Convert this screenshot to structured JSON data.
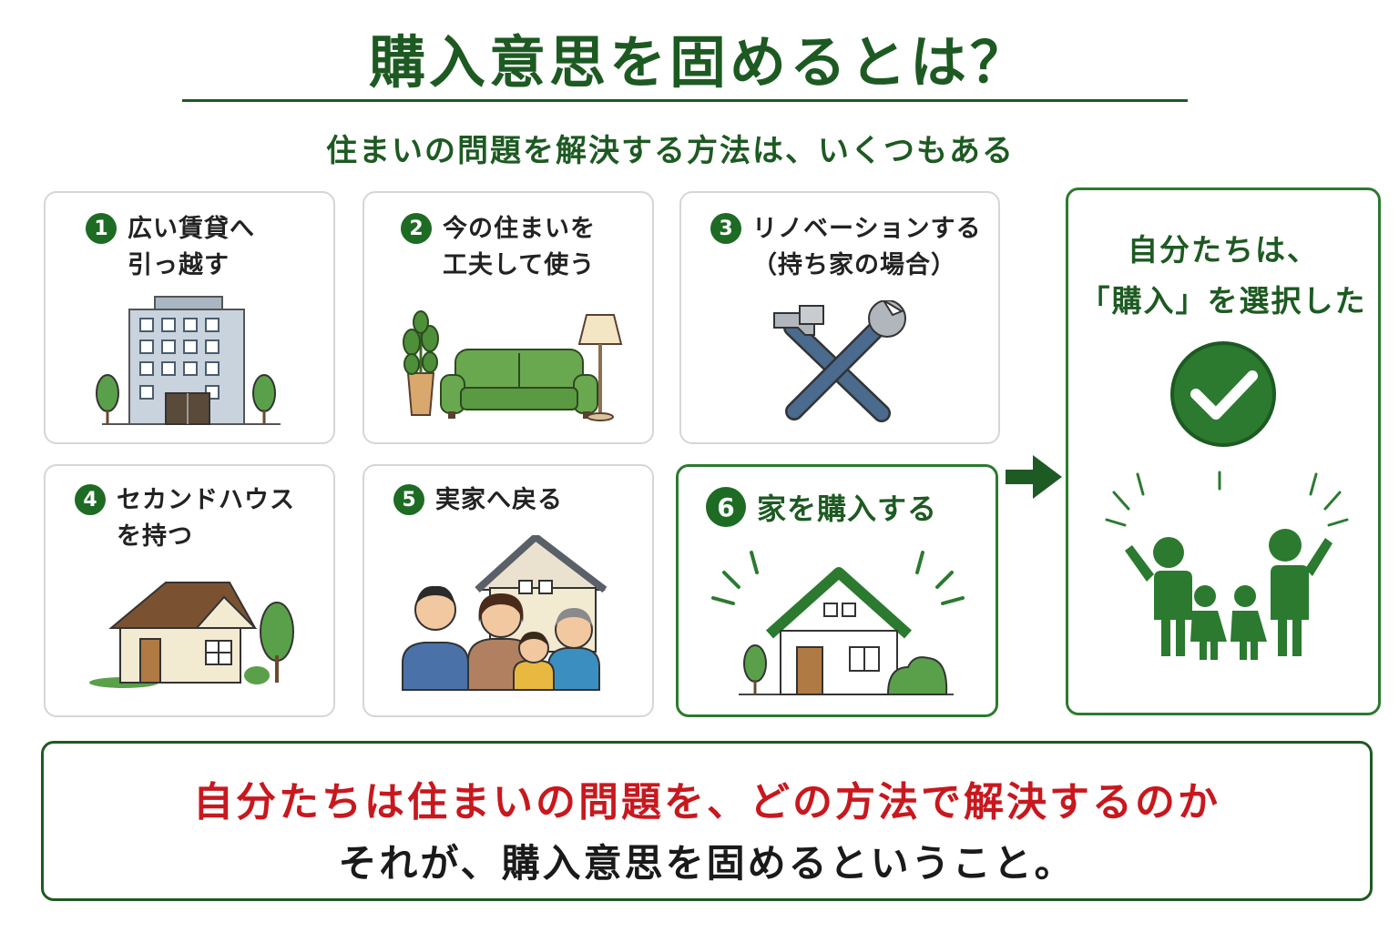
{
  "title": "購入意思を固めるとは？",
  "subtitle": "住まいの問題を解決する方法は、いくつもある",
  "options": [
    {
      "number": "1",
      "label": "広い賃貸へ\n引っ越す"
    },
    {
      "number": "2",
      "label": "今の住まいを\n工夫して使う"
    },
    {
      "number": "3",
      "label": "リノベーションする\n（持ち家の場合）"
    },
    {
      "number": "4",
      "label": "セカンドハウス\nを持つ"
    },
    {
      "number": "5",
      "label": "実家へ戻る"
    },
    {
      "number": "6",
      "label": "家を購入する"
    }
  ],
  "result": {
    "text": "自分たちは、\n「購入」を選択した"
  },
  "bottom": {
    "line1": "自分たちは住まいの問題を、どの方法で解決するのか",
    "line2": "それが、購入意思を固めるということ。"
  },
  "colors": {
    "primary_green": "#1d5a22",
    "accent_green": "#2b7a2f",
    "emphasis_red": "#c8181e"
  },
  "icons": [
    "apartment-building-icon",
    "sofa-icon",
    "tools-icon",
    "house-icon",
    "family-house-icon",
    "new-house-icon",
    "arrow-right-icon",
    "checkmark-icon",
    "family-celebrating-icon"
  ]
}
